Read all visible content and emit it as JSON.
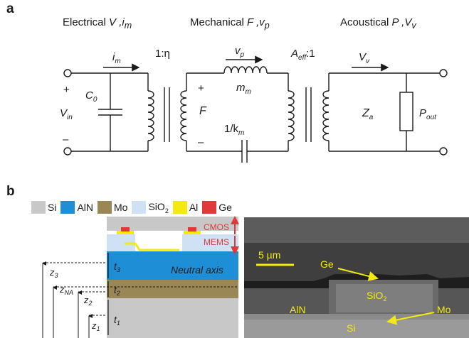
{
  "panel_a": {
    "letter": "a",
    "domains": {
      "electrical": {
        "name": "Electrical",
        "vars": "V ,i",
        "sub": "m"
      },
      "mechanical": {
        "name": "Mechanical",
        "vars": "F ,v",
        "sub": "p"
      },
      "acoustical": {
        "name": "Acoustical",
        "vars": "P ,V",
        "sub": "v"
      }
    },
    "ratio1": "1:η",
    "ratio2": {
      "main": "A",
      "sub": "eff",
      "tail": ":1"
    },
    "labels": {
      "current": {
        "main": "i",
        "sub": "m"
      },
      "cap": {
        "main": "C",
        "sub": "0"
      },
      "vin": {
        "main": "V",
        "sub": "in"
      },
      "plus": "+",
      "minus": "–",
      "force": "F",
      "vel": {
        "main": "v",
        "sub": "p"
      },
      "mass": {
        "main": "m",
        "sub": "m"
      },
      "compliance": {
        "main": "1/k",
        "sub": "m"
      },
      "vol": {
        "main": "V",
        "sub": "v"
      },
      "za": {
        "main": "Z",
        "sub": "a"
      },
      "pout": {
        "main": "P",
        "sub": "out"
      }
    }
  },
  "panel_b": {
    "letter": "b",
    "legend": [
      {
        "label": "Si",
        "sub": "",
        "color": "#c8c8c8"
      },
      {
        "label": "AlN",
        "sub": "",
        "color": "#1e8fd6"
      },
      {
        "label": "Mo",
        "sub": "",
        "color": "#998756"
      },
      {
        "label": "SiO",
        "sub": "2",
        "color": "#cfe2f3"
      },
      {
        "label": "Al",
        "sub": "",
        "color": "#f4ea10"
      },
      {
        "label": "Ge",
        "sub": "",
        "color": "#e0393b"
      }
    ],
    "cross_section": {
      "cmos": "CMOS",
      "mems": "MEMS",
      "neutral_axis": "Neutral axis",
      "t3": "t",
      "t3_sub": "3",
      "t2": "t",
      "t2_sub": "2",
      "t1": "t",
      "t1_sub": "1",
      "z3": "z",
      "z3_sub": "3",
      "zna": "z",
      "zna_sub": "NA",
      "z2": "z",
      "z2_sub": "2",
      "z1": "z",
      "z1_sub": "1"
    },
    "sem": {
      "scale": "5 µm",
      "ge": "Ge",
      "sio2": "SiO",
      "sio2_sub": "2",
      "aln": "AlN",
      "mo": "Mo",
      "si": "Si"
    }
  }
}
